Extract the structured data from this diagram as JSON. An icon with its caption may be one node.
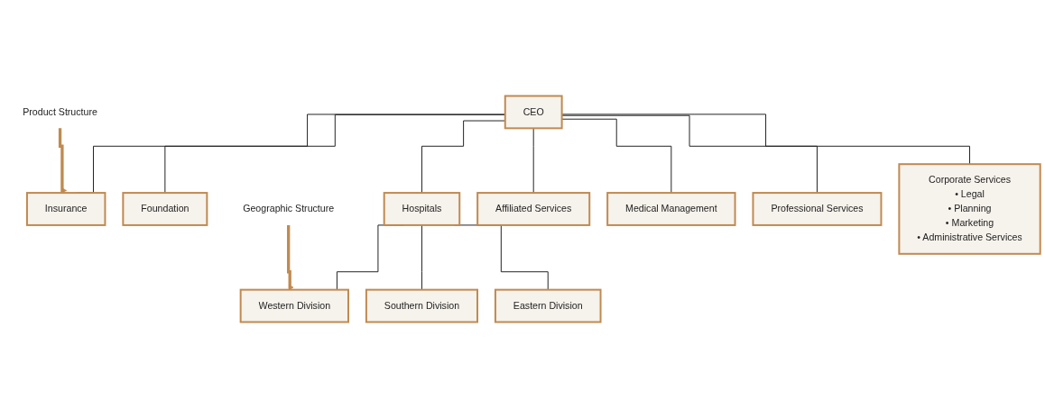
{
  "diagram": {
    "nodes": [
      {
        "text": [
          "CEO"
        ]
      },
      {
        "text": [
          "Corporate Services",
          "• Legal",
          "• Planning",
          "• Marketing",
          "• Administrative Services"
        ]
      },
      {
        "text": [
          "Insurance"
        ]
      },
      {
        "text": [
          "Foundation"
        ]
      },
      {
        "text": [
          "Hospitals"
        ]
      },
      {
        "text": [
          "Affiliated Services"
        ]
      },
      {
        "text": [
          "Medical Management"
        ]
      },
      {
        "text": [
          "Professional Services"
        ]
      },
      {
        "text": [
          "Western Division"
        ]
      },
      {
        "text": [
          "Southern Division"
        ]
      },
      {
        "text": [
          "Eastern Division"
        ]
      },
      {
        "text": [
          "Product Structure"
        ]
      },
      {
        "text": [
          "Geographic Structure"
        ]
      }
    ],
    "edges": [
      {
        "from": 0,
        "to": 1,
        "arrow": "none"
      },
      {
        "from": 0,
        "to": 2,
        "arrow": "none"
      },
      {
        "from": 0,
        "to": 3,
        "arrow": "none"
      },
      {
        "from": 0,
        "to": 4,
        "arrow": "none"
      },
      {
        "from": 0,
        "to": 5,
        "arrow": "none"
      },
      {
        "from": 0,
        "to": 6,
        "arrow": "none"
      },
      {
        "from": 0,
        "to": 7,
        "arrow": "none"
      },
      {
        "from": 4,
        "to": 8,
        "arrow": "none"
      },
      {
        "from": 4,
        "to": 9,
        "arrow": "none"
      },
      {
        "from": 4,
        "to": 10,
        "arrow": "none"
      },
      {
        "from": 11,
        "to": 2,
        "arrow": "to",
        "style": "thick",
        "color": "#c08a50"
      },
      {
        "from": 12,
        "to": 8,
        "arrow": "to",
        "style": "thick",
        "color": "#c08a50"
      }
    ]
  }
}
